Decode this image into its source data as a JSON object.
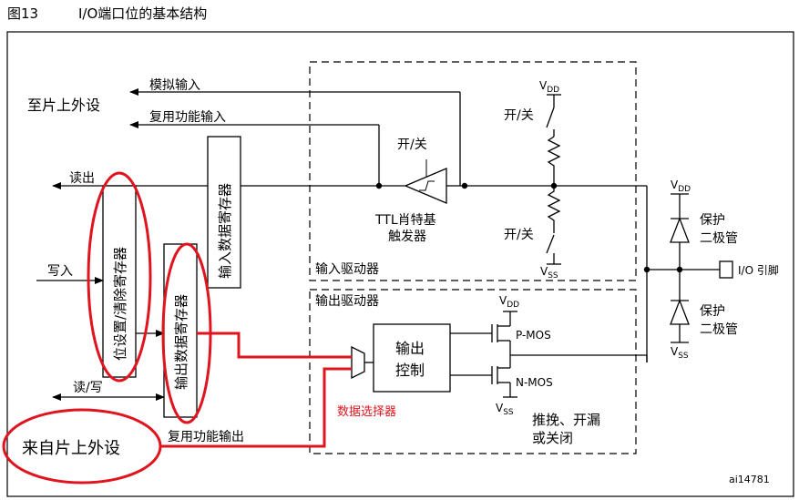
{
  "header": {
    "figure": "图13",
    "title": "I/O端口位的基本结构"
  },
  "labels": {
    "to_peripheral": "至片上外设",
    "analog_input": "模拟输入",
    "alt_func_input": "复用功能输入",
    "read_out": "读出",
    "write_in": "写入",
    "read_write": "读/写",
    "from_peripheral": "来自片上外设",
    "alt_func_output": "复用功能输出",
    "bit_set_reset_reg": "位设置/清除寄存器",
    "output_data_reg": "输出数据寄存器",
    "input_data_reg": "输入数据寄存器",
    "on_off": "开/关",
    "ttl_schmitt_1": "TTL肖特基",
    "ttl_schmitt_2": "触发器",
    "input_driver": "输入驱动器",
    "output_driver": "输出驱动器",
    "output_control_1": "输出",
    "output_control_2": "控制",
    "data_selector": "数据选择器",
    "p_mos": "P-MOS",
    "n_mos": "N-MOS",
    "push_pull_1": "推挽、开漏",
    "push_pull_2": "或关闭",
    "protect_diode_1": "保护",
    "protect_diode_2": "二极管",
    "io_pin": "I/O 引脚",
    "vdd_main": "V",
    "vdd_sub": "DD",
    "vss_main": "V",
    "vss_sub": "SS",
    "footer_id": "ai14781"
  },
  "colors": {
    "annotation": "#e0141e",
    "line": "#000000",
    "selector_text": "#e0141e"
  }
}
